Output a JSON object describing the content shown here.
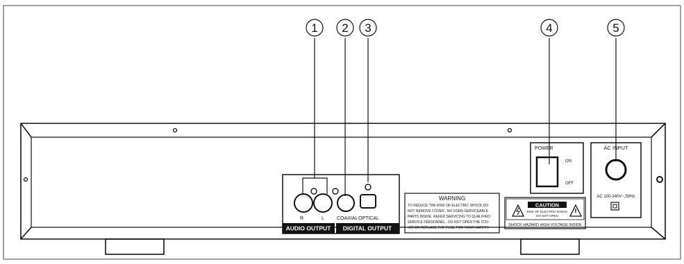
{
  "callouts": [
    "1",
    "2",
    "3",
    "4",
    "5"
  ],
  "audio": {
    "r_label": "R",
    "l_label": "L",
    "band": "AUDIO OUTPUT"
  },
  "digital": {
    "coaxial_label": "COAXIAL",
    "optical_label": "OPTICAL",
    "band": "DIGITAL OUTPUT"
  },
  "warning": {
    "title": "WARNING",
    "lines": [
      "TO REDUCE THE RISK OF ELECTRIC SHOCK,DO",
      "NOT REMOVE COVER . NO USER-SERVICEABLE",
      "PARTS INSIDE. REFER SERVICING TO QUALIFIED",
      "SERVICE PERSONNEL . DO NOT OPEN THE COV-",
      "-ER OR REPLACE THE FUSE FOR YOUR SAFETY."
    ]
  },
  "caution": {
    "title": "CAUTION",
    "line1": "RISK OF ELECTRIC SHOCK",
    "line2": "DO NOT OPEN",
    "footer": "SHOCK HAZARD HIGH VOLTAGE INSIDE"
  },
  "power": {
    "title": "POWER",
    "on": "ON",
    "off": "OFF"
  },
  "ac": {
    "title": "AC INPUT",
    "rating": "AC 100-240V~,50Hz"
  },
  "colors": {
    "line": "#111111",
    "band": "#111111",
    "paper": "#ffffff"
  }
}
